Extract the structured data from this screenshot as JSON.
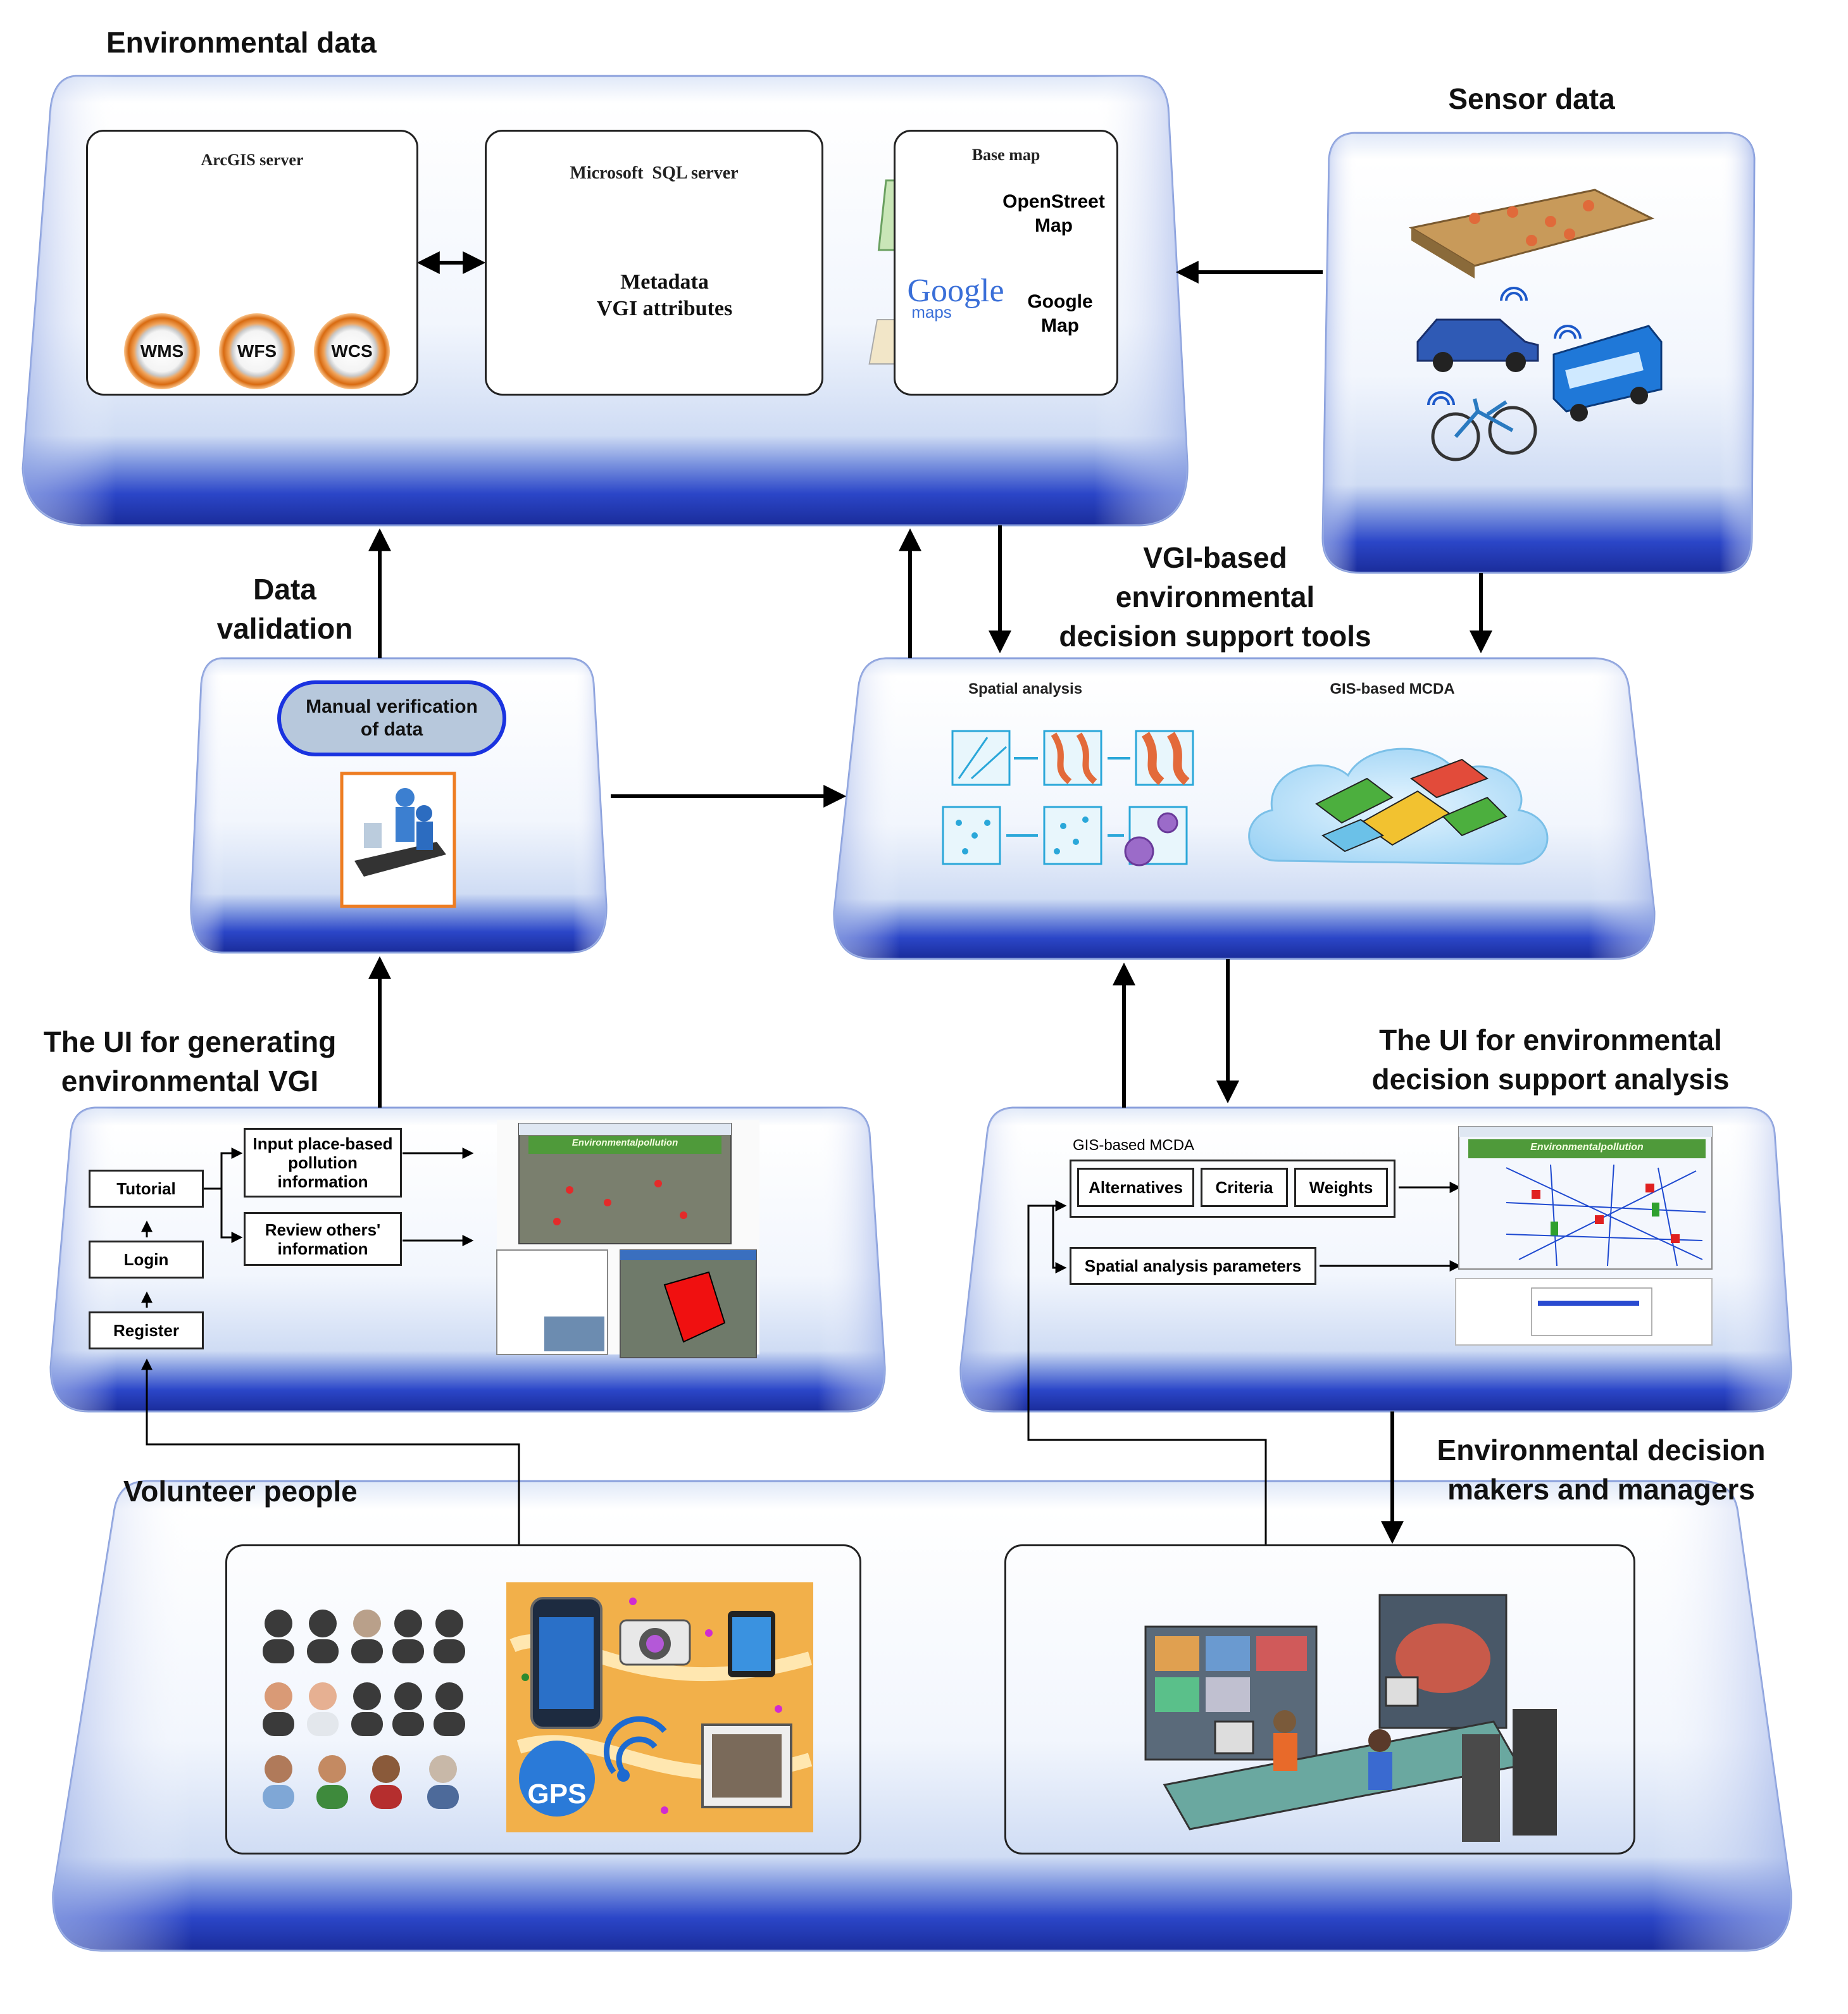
{
  "headings": {
    "environmental_data": "Environmental data",
    "sensor_data": "Sensor data",
    "data_validation": "Data\nvalidation",
    "vgi_tools": "VGI-based\nenvironmental\ndecision support tools",
    "ui_generating": "The UI for generating\nenvironmental VGI",
    "ui_decision": "The UI for environmental\ndecision support analysis",
    "volunteer_people": "Volunteer people",
    "decision_makers": "Environmental decision\nmakers and managers"
  },
  "environmental_data": {
    "arcgis_title": "ArcGIS server",
    "services": [
      "WMS",
      "WFS",
      "WCS"
    ],
    "sql_title": "Microsoft  SQL server",
    "db_label": "Metadata\nVGI attributes",
    "basemap_title": "Base map",
    "osm_label": "OpenStreet\nMap",
    "google_logo": "Google",
    "google_maps_word": "maps",
    "google_label": "Google\nMap"
  },
  "validation": {
    "manual_label": "Manual verification\nof data"
  },
  "tools": {
    "spatial_analysis": "Spatial analysis",
    "gis_mcda": "GIS-based MCDA"
  },
  "ui_vgi": {
    "tutorial": "Tutorial",
    "login": "Login",
    "register": "Register",
    "input_info": "Input place-based\npollution\ninformation",
    "review_info": "Review others'\ninformation",
    "window_title": "Environmentalpollution"
  },
  "ui_decision": {
    "section_title": "GIS-based MCDA",
    "alternatives": "Alternatives",
    "criteria": "Criteria",
    "weights": "Weights",
    "spatial_params": "Spatial analysis parameters",
    "window_title": "Environmentalpollution"
  },
  "volunteer": {
    "gps_label": "GPS"
  },
  "colors": {
    "platform_top": "#ffffff",
    "platform_edge": "#2b46c8",
    "database": "#ff7a1a",
    "pill_fill": "#b7c8dc",
    "pill_border": "#1a33e0",
    "thumb_border": "#ee7d22"
  }
}
